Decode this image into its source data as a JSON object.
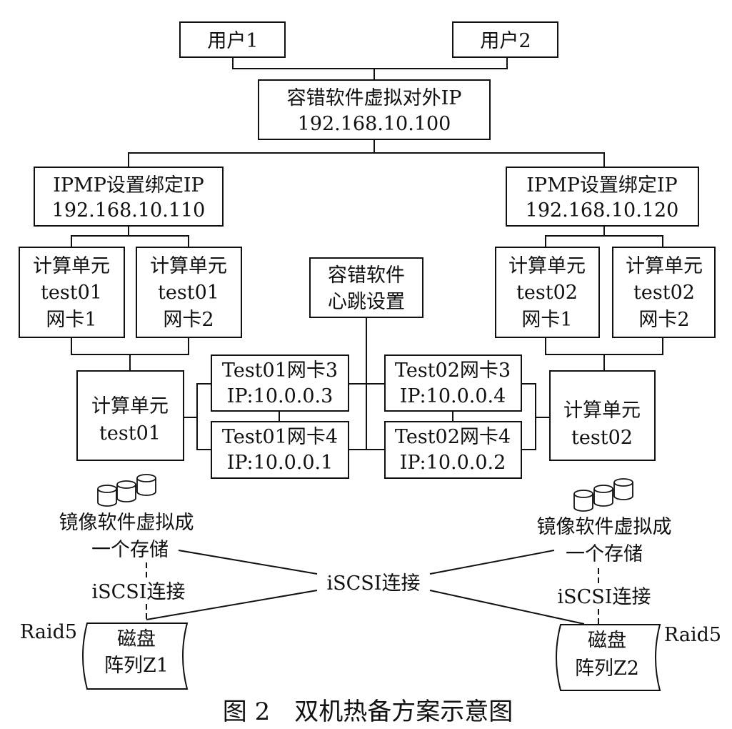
{
  "users": {
    "user1": "用户1",
    "user2": "用户2"
  },
  "virtual_ip": {
    "line1": "容错软件虚拟对外IP",
    "line2": "192.168.10.100"
  },
  "ipmp_left": {
    "line1": "IPMP设置绑定IP",
    "line2": "192.168.10.110"
  },
  "ipmp_right": {
    "line1": "IPMP设置绑定IP",
    "line2": "192.168.10.120"
  },
  "nic_l1": {
    "line1": "计算单元",
    "line2": "test01",
    "line3": "网卡1"
  },
  "nic_l2": {
    "line1": "计算单元",
    "line2": "test01",
    "line3": "网卡2"
  },
  "nic_r1": {
    "line1": "计算单元",
    "line2": "test02",
    "line3": "网卡1"
  },
  "nic_r2": {
    "line1": "计算单元",
    "line2": "test02",
    "line3": "网卡2"
  },
  "heartbeat": {
    "line1": "容错软件",
    "line2": "心跳设置"
  },
  "compute_left": {
    "line1": "计算单元",
    "line2": "test01"
  },
  "compute_right": {
    "line1": "计算单元",
    "line2": "test02"
  },
  "nic3_left": {
    "line1": "Test01网卡3",
    "line2": "IP:10.0.0.3"
  },
  "nic4_left": {
    "line1": "Test01网卡4",
    "line2": "IP:10.0.0.1"
  },
  "nic3_right": {
    "line1": "Test02网卡3",
    "line2": "IP:10.0.0.4"
  },
  "nic4_right": {
    "line1": "Test02网卡4",
    "line2": "IP:10.0.0.2"
  },
  "mirror_left": {
    "line1": "镜像软件虚拟成",
    "line2": "一个存储"
  },
  "mirror_right": {
    "line1": "镜像软件虚拟成",
    "line2": "一个存储"
  },
  "iscsi": {
    "left": "iSCSI连接",
    "center": "iSCSI连接",
    "right": "iSCSI连接"
  },
  "raid_left": {
    "label": "Raid5",
    "line1": "磁盘",
    "line2": "阵列Z1"
  },
  "raid_right": {
    "label": "Raid5",
    "line1": "磁盘",
    "line2": "阵列Z2"
  },
  "caption": "图 2　双机热备方案示意图"
}
